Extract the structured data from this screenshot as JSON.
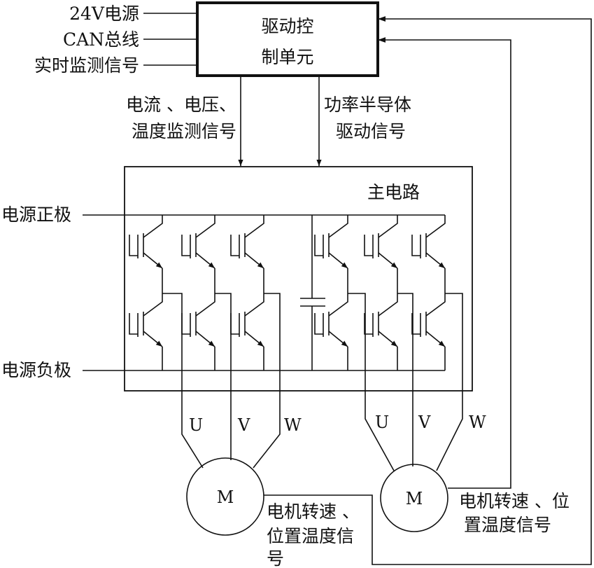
{
  "control_unit": {
    "line1": "驱动控",
    "line2": "制单元"
  },
  "inputs": {
    "power": "24V电源",
    "can": "CAN总线",
    "monitor": "实时监测信号"
  },
  "feedback_left": {
    "line1": "电流 、电压、",
    "line2": "温度监测信号"
  },
  "feedback_right": {
    "line1": "功率半导体",
    "line2": "驱动信号"
  },
  "main_circuit": "主电路",
  "rails": {
    "positive": "电源正极",
    "negative": "电源负极"
  },
  "phases_left": [
    "U",
    "V",
    "W"
  ],
  "phases_right": [
    "U",
    "V",
    "W"
  ],
  "motor_left": {
    "label": "M",
    "signal_line1": "电机转速 、",
    "signal_line2": "位置温度信",
    "signal_line3": "号"
  },
  "motor_right": {
    "label": "M",
    "signal_line1": "电机转速 、位",
    "signal_line2": "置温度信号"
  }
}
